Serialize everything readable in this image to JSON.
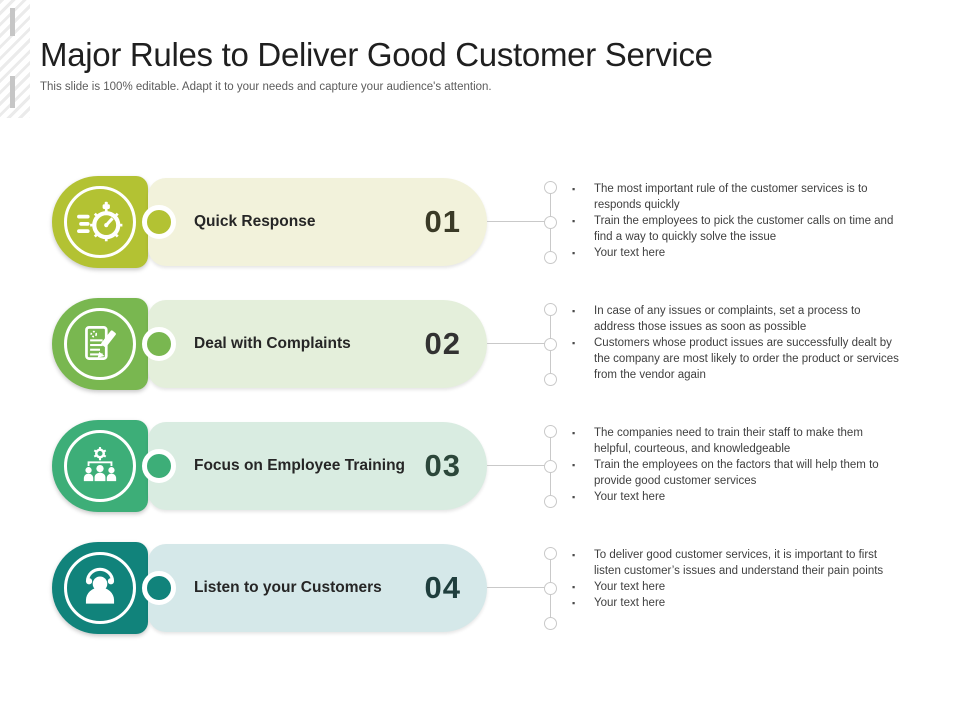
{
  "slide": {
    "title": "Major Rules to Deliver Good Customer Service",
    "subtitle": "This slide is 100% editable. Adapt it to your needs and capture your audience's attention."
  },
  "colors": {
    "row1_badge": "#b3c233",
    "row1_pill": "#f2f2db",
    "row2_badge": "#79b750",
    "row2_pill": "#e4efdb",
    "row3_badge": "#3dae78",
    "row3_pill": "#d9ece1",
    "row4_badge": "#11837b",
    "row4_pill": "#d5e8e9",
    "connector": "#c9c9c9"
  },
  "rows": [
    {
      "number": "01",
      "label": "Quick Response",
      "icon": "stopwatch-icon",
      "bullets": [
        "The most important rule of the customer services is to responds quickly",
        "Train the employees to pick the customer calls on time and find a way to quickly solve the issue",
        "Your text here"
      ]
    },
    {
      "number": "02",
      "label": "Deal with Complaints",
      "icon": "complaint-document-icon",
      "bullets": [
        "In case of any issues or complaints, set a process to address those issues as soon as possible",
        "Customers whose product issues are successfully dealt by the company are most likely to order the product or services from the vendor again"
      ]
    },
    {
      "number": "03",
      "label": "Focus on Employee Training",
      "icon": "employee-training-icon",
      "bullets": [
        "The companies need to train their staff to make them helpful, courteous, and knowledgeable",
        "Train the employees on the factors that will help them to provide good customer services",
        "Your text here"
      ]
    },
    {
      "number": "04",
      "label": "Listen to your Customers",
      "icon": "headset-support-icon",
      "bullets": [
        "To deliver good customer services, it is important to first listen customer’s issues and understand their pain points",
        "Your text here",
        "Your text here"
      ]
    }
  ]
}
